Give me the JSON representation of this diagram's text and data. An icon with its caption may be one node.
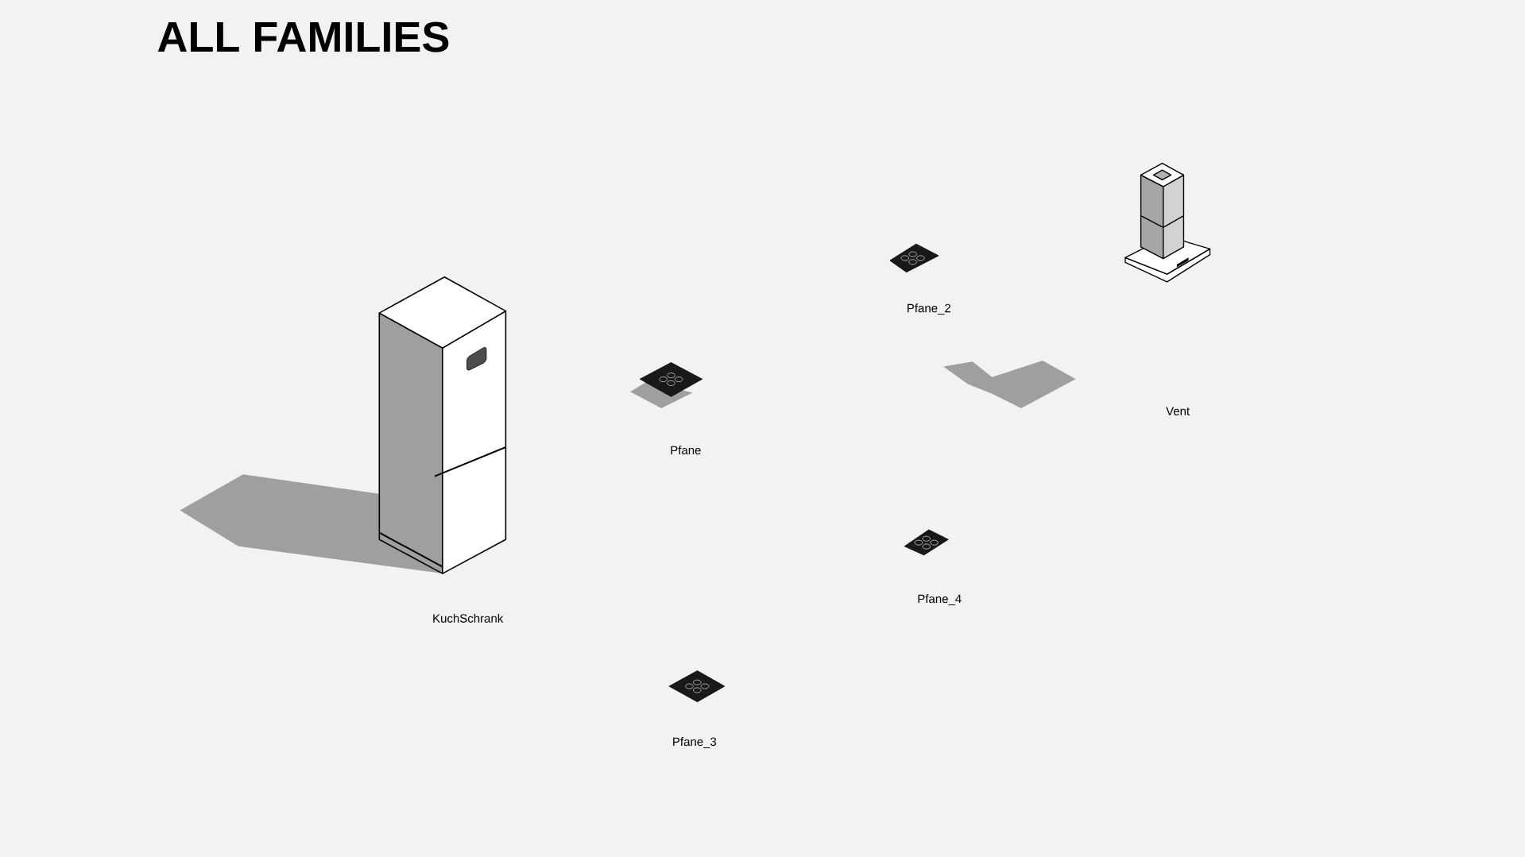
{
  "diagram": {
    "title": "ALL FAMILIES",
    "labels": [
      "Pfane_2",
      "Vent",
      "Pfane",
      "Pfane_4",
      "KuchSchrank",
      "Pfane_3"
    ]
  }
}
